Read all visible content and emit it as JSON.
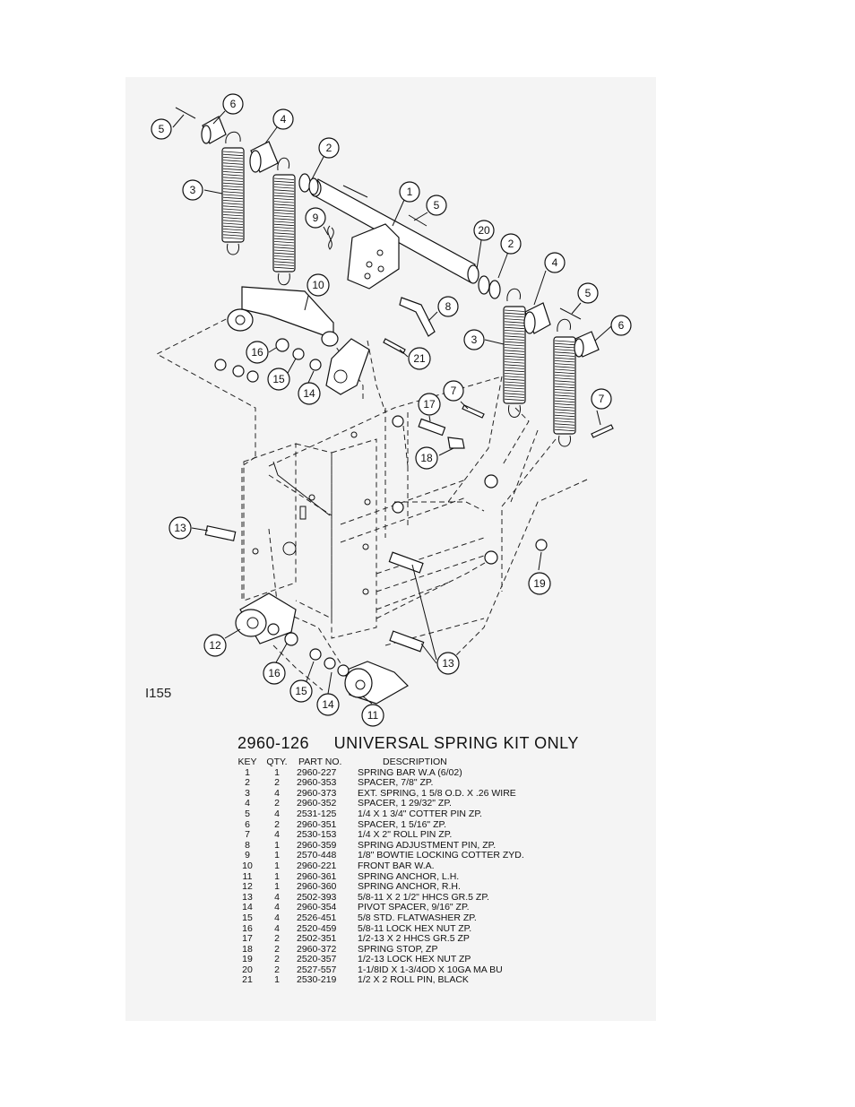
{
  "drawing_id": "I155",
  "kit": {
    "part_number": "2960-126",
    "title": "UNIVERSAL SPRING KIT ONLY"
  },
  "table": {
    "headers": {
      "key": "KEY",
      "qty": "QTY.",
      "part_no": "PART NO.",
      "description": "DESCRIPTION"
    },
    "rows": [
      {
        "key": "1",
        "qty": "1",
        "part_no": "2960-227",
        "description": "SPRING BAR W.A (6/02)"
      },
      {
        "key": "2",
        "qty": "2",
        "part_no": "2960-353",
        "description": "SPACER, 7/8\" ZP."
      },
      {
        "key": "3",
        "qty": "4",
        "part_no": "2960-373",
        "description": "EXT. SPRING, 1 5/8 O.D. X .26 WIRE"
      },
      {
        "key": "4",
        "qty": "2",
        "part_no": "2960-352",
        "description": "SPACER, 1 29/32\" ZP."
      },
      {
        "key": "5",
        "qty": "4",
        "part_no": "2531-125",
        "description": "1/4 X 1 3/4\" COTTER PIN ZP."
      },
      {
        "key": "6",
        "qty": "2",
        "part_no": "2960-351",
        "description": "SPACER, 1 5/16\" ZP."
      },
      {
        "key": "7",
        "qty": "4",
        "part_no": "2530-153",
        "description": "1/4 X 2\" ROLL PIN ZP."
      },
      {
        "key": "8",
        "qty": "1",
        "part_no": "2960-359",
        "description": "SPRING ADJUSTMENT PIN, ZP."
      },
      {
        "key": "9",
        "qty": "1",
        "part_no": "2570-448",
        "description": "1/8\" BOWTIE LOCKING COTTER ZYD."
      },
      {
        "key": "10",
        "qty": "1",
        "part_no": "2960-221",
        "description": "FRONT BAR W.A."
      },
      {
        "key": "11",
        "qty": "1",
        "part_no": "2960-361",
        "description": "SPRING ANCHOR, L.H."
      },
      {
        "key": "12",
        "qty": "1",
        "part_no": "2960-360",
        "description": "SPRING ANCHOR, R.H."
      },
      {
        "key": "13",
        "qty": "4",
        "part_no": "2502-393",
        "description": "5/8-11 X 2 1/2\" HHCS GR.5 ZP."
      },
      {
        "key": "14",
        "qty": "4",
        "part_no": "2960-354",
        "description": "PIVOT SPACER, 9/16\" ZP."
      },
      {
        "key": "15",
        "qty": "4",
        "part_no": "2526-451",
        "description": "5/8 STD. FLATWASHER ZP."
      },
      {
        "key": "16",
        "qty": "4",
        "part_no": "2520-459",
        "description": "5/8-11 LOCK HEX NUT ZP."
      },
      {
        "key": "17",
        "qty": "2",
        "part_no": "2502-351",
        "description": "1/2-13 X 2 HHCS GR.5 ZP"
      },
      {
        "key": "18",
        "qty": "2",
        "part_no": "2960-372",
        "description": "SPRING STOP, ZP"
      },
      {
        "key": "19",
        "qty": "2",
        "part_no": "2520-357",
        "description": "1/2-13 LOCK HEX NUT ZP"
      },
      {
        "key": "20",
        "qty": "2",
        "part_no": "2527-557",
        "description": "1-1/8ID X 1-3/4OD X 10GA MA BU"
      },
      {
        "key": "21",
        "qty": "1",
        "part_no": "2530-219",
        "description": "1/2 X 2 ROLL PIN, BLACK"
      }
    ]
  },
  "callouts": [
    {
      "label": "6"
    },
    {
      "label": "5"
    },
    {
      "label": "4"
    },
    {
      "label": "3"
    },
    {
      "label": "2"
    },
    {
      "label": "1"
    },
    {
      "label": "5"
    },
    {
      "label": "9"
    },
    {
      "label": "20"
    },
    {
      "label": "2"
    },
    {
      "label": "4"
    },
    {
      "label": "5"
    },
    {
      "label": "6"
    },
    {
      "label": "10"
    },
    {
      "label": "8"
    },
    {
      "label": "3"
    },
    {
      "label": "16"
    },
    {
      "label": "21"
    },
    {
      "label": "15"
    },
    {
      "label": "14"
    },
    {
      "label": "7"
    },
    {
      "label": "17"
    },
    {
      "label": "7"
    },
    {
      "label": "18"
    },
    {
      "label": "13"
    },
    {
      "label": "19"
    },
    {
      "label": "12"
    },
    {
      "label": "13"
    },
    {
      "label": "16"
    },
    {
      "label": "15"
    },
    {
      "label": "14"
    },
    {
      "label": "11"
    }
  ]
}
